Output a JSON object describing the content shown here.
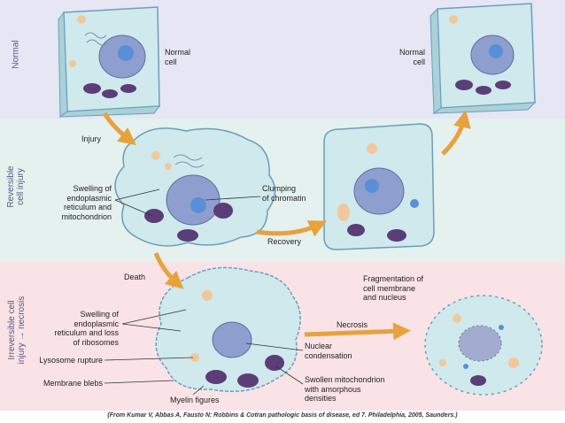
{
  "bands": {
    "normal": "Normal",
    "reversible": [
      "Reversible",
      "cell injury"
    ],
    "irreversible": [
      "Irreversible cell",
      "injury → necrosis"
    ]
  },
  "labels": {
    "normal_cell_left": [
      "Normal",
      "cell"
    ],
    "normal_cell_right": [
      "Normal",
      "cell"
    ],
    "injury": "Injury",
    "swelling_er": [
      "Swelling of",
      "endoplasmic",
      "reticulum and",
      "mitochondrion"
    ],
    "clumping": [
      "Clumping",
      "of chromatin"
    ],
    "recovery": "Recovery",
    "death": "Death",
    "swelling_loss": [
      "Swelling of",
      "endoplasmic",
      "reticulum and loss",
      "of ribosomes"
    ],
    "lysosome": "Lysosome rupture",
    "blebs": "Membrane blebs",
    "myelin": "Myelin figures",
    "nuclear": [
      "Nuclear",
      "condensation"
    ],
    "swollen_mito": [
      "Swollen mitochondrion",
      "with amorphous",
      "densities"
    ],
    "necrosis": "Necrosis",
    "fragmentation": [
      "Fragmentation of",
      "cell membrane",
      "and nucleus"
    ]
  },
  "footer": "(From Kumar V, Abbas A, Fausto N: Robbins & Cotran pathologic basis of disease, ed 7. Philadelphia, 2005, Saunders.)",
  "colors": {
    "cyto": "#cfe9ec",
    "cyto_edge": "#6a9fb8",
    "nucleus": "#8e9fcf",
    "nucleolus": "#5a8fd8",
    "mito": "#5b3d78",
    "lysosome": "#f2c89a",
    "arrow": "#e8a23c"
  }
}
